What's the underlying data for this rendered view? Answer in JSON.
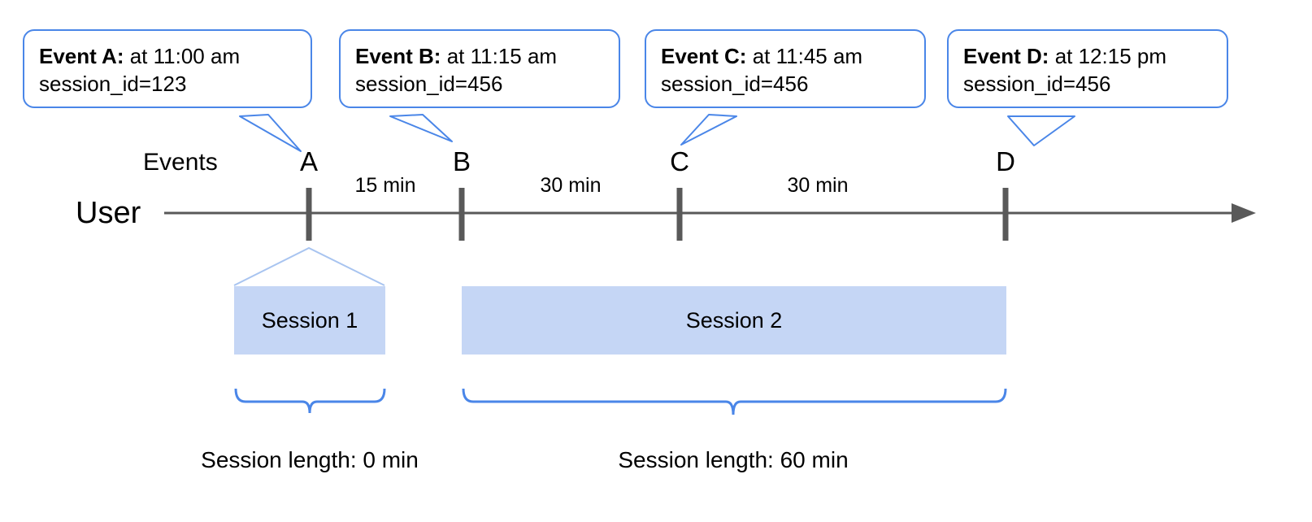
{
  "diagram": {
    "lanes": {
      "events_label": "Events",
      "user_label": "User"
    },
    "colors": {
      "callout_border": "#4a86e8",
      "brace": "#4a86e8",
      "session_fill": "#c5d6f5",
      "axis": "#595959",
      "tick": "#595959",
      "text": "#000000"
    },
    "callouts": [
      {
        "title": "Event A:",
        "time": " at 11:00 am",
        "session_id": "session_id=123"
      },
      {
        "title": "Event B:",
        "time": " at 11:15 am",
        "session_id": "session_id=456"
      },
      {
        "title": "Event C:",
        "time": " at 11:45 am",
        "session_id": "session_id=456"
      },
      {
        "title": "Event D:",
        "time": " at 12:15 pm",
        "session_id": "session_id=456"
      }
    ],
    "markers": [
      {
        "letter": "A"
      },
      {
        "letter": "B"
      },
      {
        "letter": "C"
      },
      {
        "letter": "D"
      }
    ],
    "intervals": [
      {
        "label": "15 min"
      },
      {
        "label": "30 min"
      },
      {
        "label": "30 min"
      }
    ],
    "sessions": [
      {
        "name": "Session 1",
        "length_label": "Session length: 0 min"
      },
      {
        "name": "Session 2",
        "length_label": "Session length: 60 min"
      }
    ]
  }
}
